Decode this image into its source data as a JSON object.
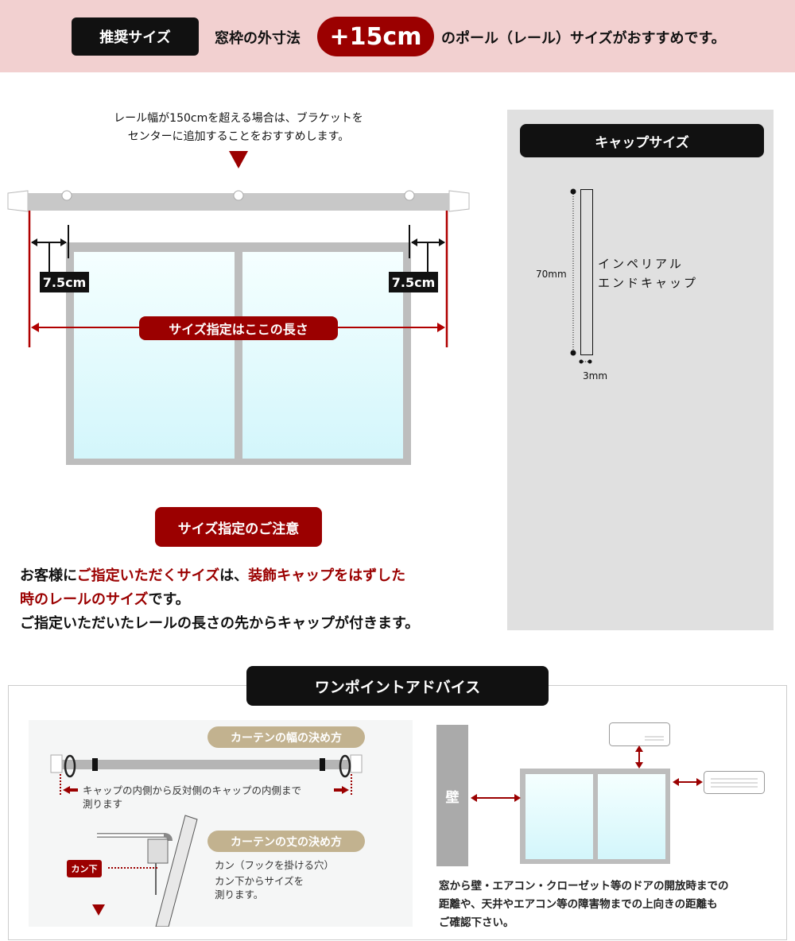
{
  "banner": {
    "badge": "推奨サイズ",
    "prefix": "窓枠の外寸法",
    "highlight": "+15cm",
    "suffix": "のポール（レール）サイズがおすすめです。"
  },
  "diagram": {
    "note_line1": "レール幅が150cmを超える場合は、ブラケットを",
    "note_line2": "センターに追加することをおすすめします。",
    "margin_left": "7.5cm",
    "margin_right": "7.5cm",
    "size_label": "サイズ指定はここの長さ"
  },
  "caution": {
    "title": "サイズ指定のご注意",
    "line1_a": "お客様に",
    "line1_b": "ご指定いただくサイズ",
    "line1_c": "は、",
    "line1_d": "装飾キャップをはずした",
    "line2_a": "時のレールのサイズ",
    "line2_b": "です。",
    "line3": "ご指定いただいたレールの長さの先からキャップが付きます。"
  },
  "cap_panel": {
    "title": "キャップサイズ",
    "height": "70mm",
    "width": "3mm",
    "name_line1": "インペリアル",
    "name_line2": "エンドキャップ"
  },
  "advice": {
    "title": "ワンポイントアドバイス",
    "width_title": "カーテンの幅の決め方",
    "width_text1": "キャップの内側から反対側のキャップの内側まで",
    "width_text2": "測ります",
    "length_title": "カーテンの丈の決め方",
    "kan_label": "カン下",
    "length_text1": "カン（フックを掛ける穴）",
    "length_text2": "カン下からサイズを",
    "length_text3": "測ります。",
    "wall_label": "壁",
    "clearance_text1": "窓から壁・エアコン・クローゼット等のドアの開放時までの",
    "clearance_text2": "距離や、天井やエアコン等の障害物までの上向きの距離も",
    "clearance_text3": "ご確認下さい。"
  },
  "colors": {
    "accent_red": "#9b0000",
    "banner_bg": "#f2d0d0",
    "beige": "#c2b28f"
  }
}
